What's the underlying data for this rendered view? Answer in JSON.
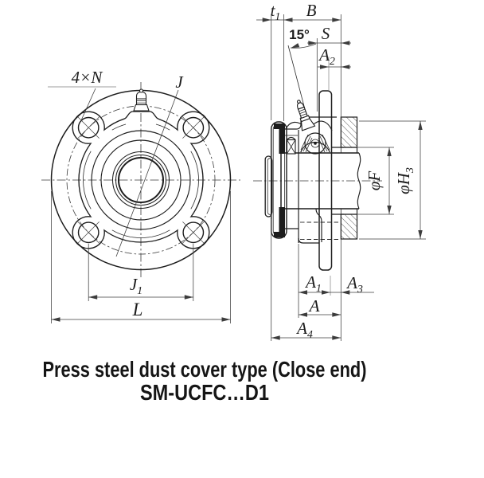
{
  "title": {
    "line1": "Press steel dust cover type (Close end)",
    "line2": "SM-UCFC…D1"
  },
  "front_view": {
    "labels": {
      "bolt_count": {
        "pre": "4×",
        "base": "N"
      },
      "pitch_diameter": {
        "base": "J"
      },
      "bolt_span": {
        "base": "J",
        "sub": "1"
      },
      "flange_diameter": {
        "base": "L"
      }
    }
  },
  "side_view": {
    "labels": {
      "cover_thickness": {
        "base": "t",
        "sub": "1"
      },
      "width": {
        "base": "B"
      },
      "grease_angle": {
        "base": "15°"
      },
      "s_dim": {
        "base": "S"
      },
      "a2": {
        "base": "A",
        "sub": "2"
      },
      "spigot_diameter": {
        "pre": "φ",
        "base": "F"
      },
      "cover_diameter": {
        "pre": "φ",
        "base": "H",
        "sub": "3"
      },
      "a1": {
        "base": "A",
        "sub": "1"
      },
      "a3": {
        "base": "A",
        "sub": "3"
      },
      "a": {
        "base": "A"
      },
      "a4": {
        "base": "A",
        "sub": "4"
      }
    }
  },
  "colors": {
    "ink": "#1d1d1d",
    "dimension_line": "#3c3c3c",
    "leader_gray": "#9e9e9e",
    "background": "#ffffff"
  }
}
